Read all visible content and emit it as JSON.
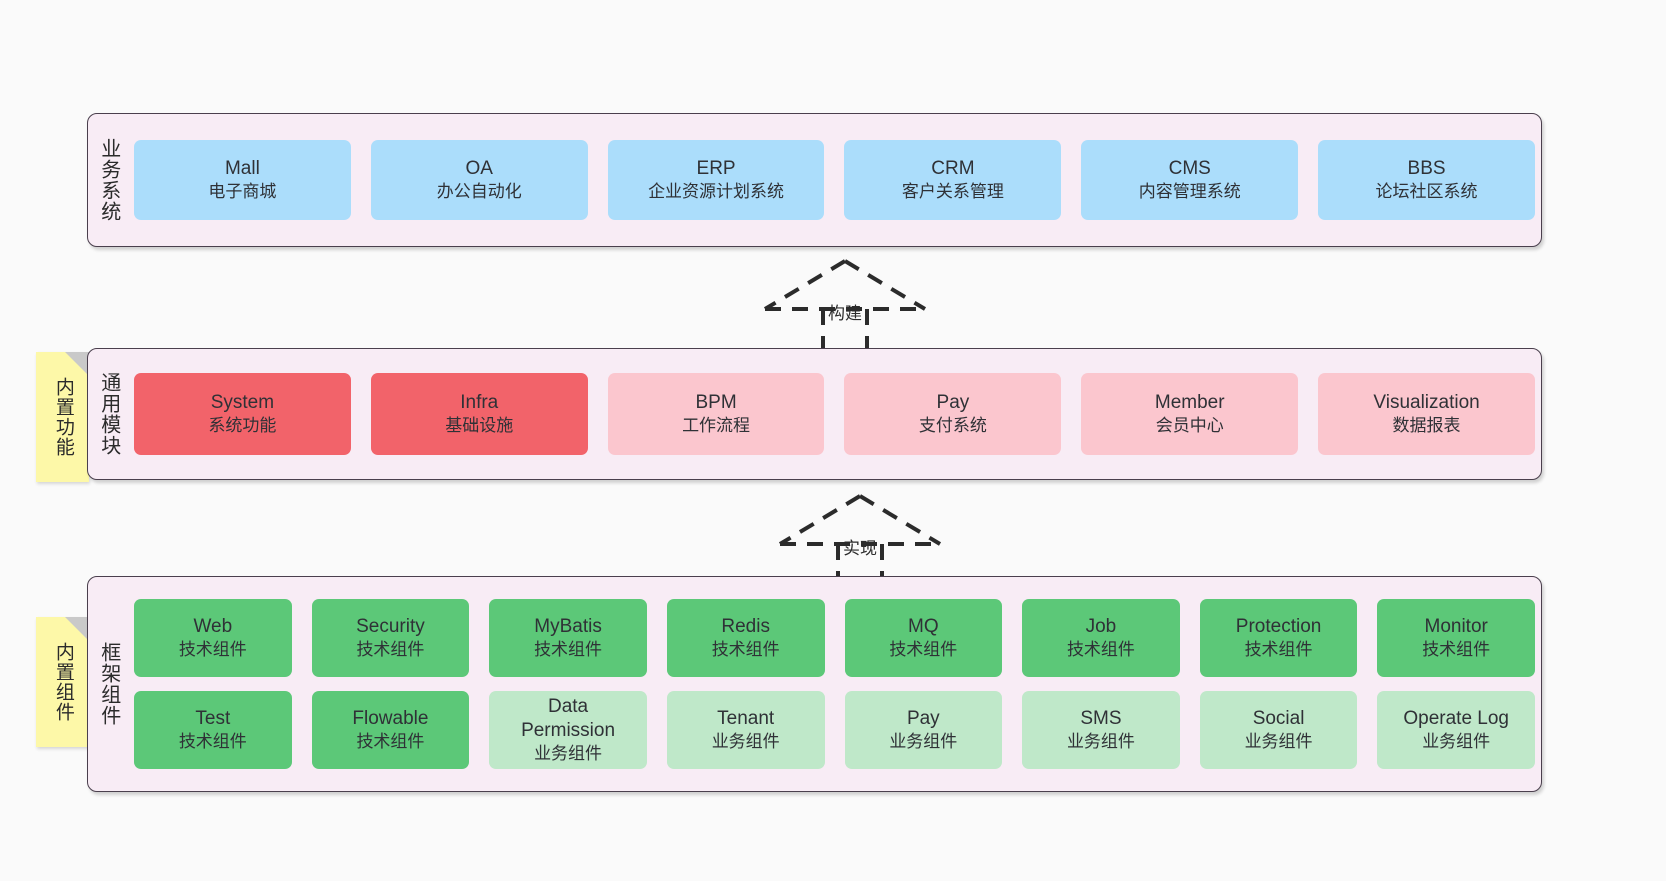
{
  "diagram": {
    "background_color": "#fafafa",
    "layer_fill": "#f8ecf5",
    "layer_border": "#4a3f4d",
    "sticky_color": "#fdf8a8"
  },
  "layers": [
    {
      "id": "business",
      "title": "业务系统",
      "rows": [
        {
          "nodes": [
            {
              "name": "Mall",
              "sub": "电子商城",
              "color_key": "n-blue",
              "color": "#abddfb"
            },
            {
              "name": "OA",
              "sub": "办公自动化",
              "color_key": "n-blue",
              "color": "#abddfb"
            },
            {
              "name": "ERP",
              "sub": "企业资源计划系统",
              "color_key": "n-blue",
              "color": "#abddfb"
            },
            {
              "name": "CRM",
              "sub": "客户关系管理",
              "color_key": "n-blue",
              "color": "#abddfb"
            },
            {
              "name": "CMS",
              "sub": "内容管理系统",
              "color_key": "n-blue",
              "color": "#abddfb"
            },
            {
              "name": "BBS",
              "sub": "论坛社区系统",
              "color_key": "n-blue",
              "color": "#abddfb"
            }
          ]
        }
      ]
    },
    {
      "id": "common",
      "title": "通用模块",
      "sticky": "内置功能",
      "rows": [
        {
          "nodes": [
            {
              "name": "System",
              "sub": "系统功能",
              "color_key": "n-red",
              "color": "#f2636a"
            },
            {
              "name": "Infra",
              "sub": "基础设施",
              "color_key": "n-red",
              "color": "#f2636a"
            },
            {
              "name": "BPM",
              "sub": "工作流程",
              "color_key": "n-pink",
              "color": "#fbc6ce"
            },
            {
              "name": "Pay",
              "sub": "支付系统",
              "color_key": "n-pink",
              "color": "#fbc6ce"
            },
            {
              "name": "Member",
              "sub": "会员中心",
              "color_key": "n-pink",
              "color": "#fbc6ce"
            },
            {
              "name": "Visualization",
              "sub": "数据报表",
              "color_key": "n-pink",
              "color": "#fbc6ce"
            }
          ]
        }
      ]
    },
    {
      "id": "framework",
      "title": "框架组件",
      "sticky": "内置组件",
      "rows": [
        {
          "nodes": [
            {
              "name": "Web",
              "sub": "技术组件",
              "color_key": "n-green",
              "color": "#5cc878"
            },
            {
              "name": "Security",
              "sub": "技术组件",
              "color_key": "n-green",
              "color": "#5cc878"
            },
            {
              "name": "MyBatis",
              "sub": "技术组件",
              "color_key": "n-green",
              "color": "#5cc878"
            },
            {
              "name": "Redis",
              "sub": "技术组件",
              "color_key": "n-green",
              "color": "#5cc878"
            },
            {
              "name": "MQ",
              "sub": "技术组件",
              "color_key": "n-green",
              "color": "#5cc878"
            },
            {
              "name": "Job",
              "sub": "技术组件",
              "color_key": "n-green",
              "color": "#5cc878"
            },
            {
              "name": "Protection",
              "sub": "技术组件",
              "color_key": "n-green",
              "color": "#5cc878"
            },
            {
              "name": "Monitor",
              "sub": "技术组件",
              "color_key": "n-green",
              "color": "#5cc878"
            }
          ]
        },
        {
          "nodes": [
            {
              "name": "Test",
              "sub": "技术组件",
              "color_key": "n-green",
              "color": "#5cc878"
            },
            {
              "name": "Flowable",
              "sub": "技术组件",
              "color_key": "n-green",
              "color": "#5cc878"
            },
            {
              "name": "Data",
              "name2": "Permission",
              "sub": "业务组件",
              "color_key": "n-greenlight",
              "color": "#bfe8c9"
            },
            {
              "name": "Tenant",
              "sub": "业务组件",
              "color_key": "n-greenlight",
              "color": "#bfe8c9"
            },
            {
              "name": "Pay",
              "sub": "业务组件",
              "color_key": "n-greenlight",
              "color": "#bfe8c9"
            },
            {
              "name": "SMS",
              "sub": "业务组件",
              "color_key": "n-greenlight",
              "color": "#bfe8c9"
            },
            {
              "name": "Social",
              "sub": "业务组件",
              "color_key": "n-greenlight",
              "color": "#bfe8c9"
            },
            {
              "name": "Operate Log",
              "sub": "业务组件",
              "color_key": "n-greenlight",
              "color": "#bfe8c9"
            }
          ]
        }
      ]
    }
  ],
  "connectors": [
    {
      "id": "build",
      "label": "构建",
      "from": "common",
      "to": "business"
    },
    {
      "id": "realize",
      "label": "实现",
      "from": "framework",
      "to": "common"
    }
  ]
}
